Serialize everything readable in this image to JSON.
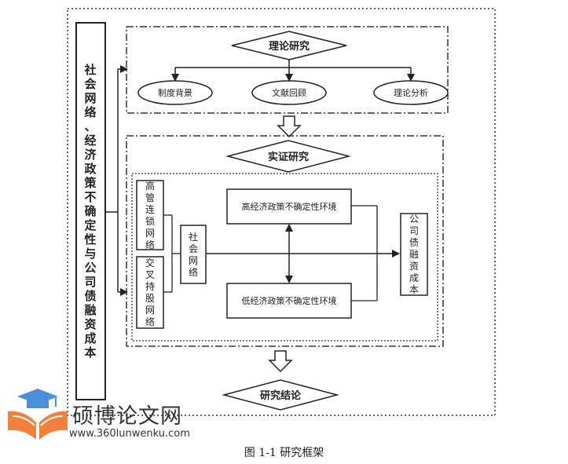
{
  "side_title": "社会网络、经济政策不确定性与公司债融资成本",
  "theory": {
    "title": "理论研究",
    "items": [
      "制度背景",
      "文献回顾",
      "理论分析"
    ]
  },
  "empirical": {
    "title": "实证研究",
    "network_types": [
      "高管连锁网络",
      "交叉持股网络"
    ],
    "social_network": "社会网络",
    "high_epu": "高经济政策不确定性环境",
    "low_epu": "低经济政策不确定性环境",
    "outcome": "公司债融资成本"
  },
  "conclusion": "研究结论",
  "watermark": {
    "text": "硕博论文网",
    "url": "www.360lunwenku.com"
  },
  "caption": "图 1-1  研究框架"
}
